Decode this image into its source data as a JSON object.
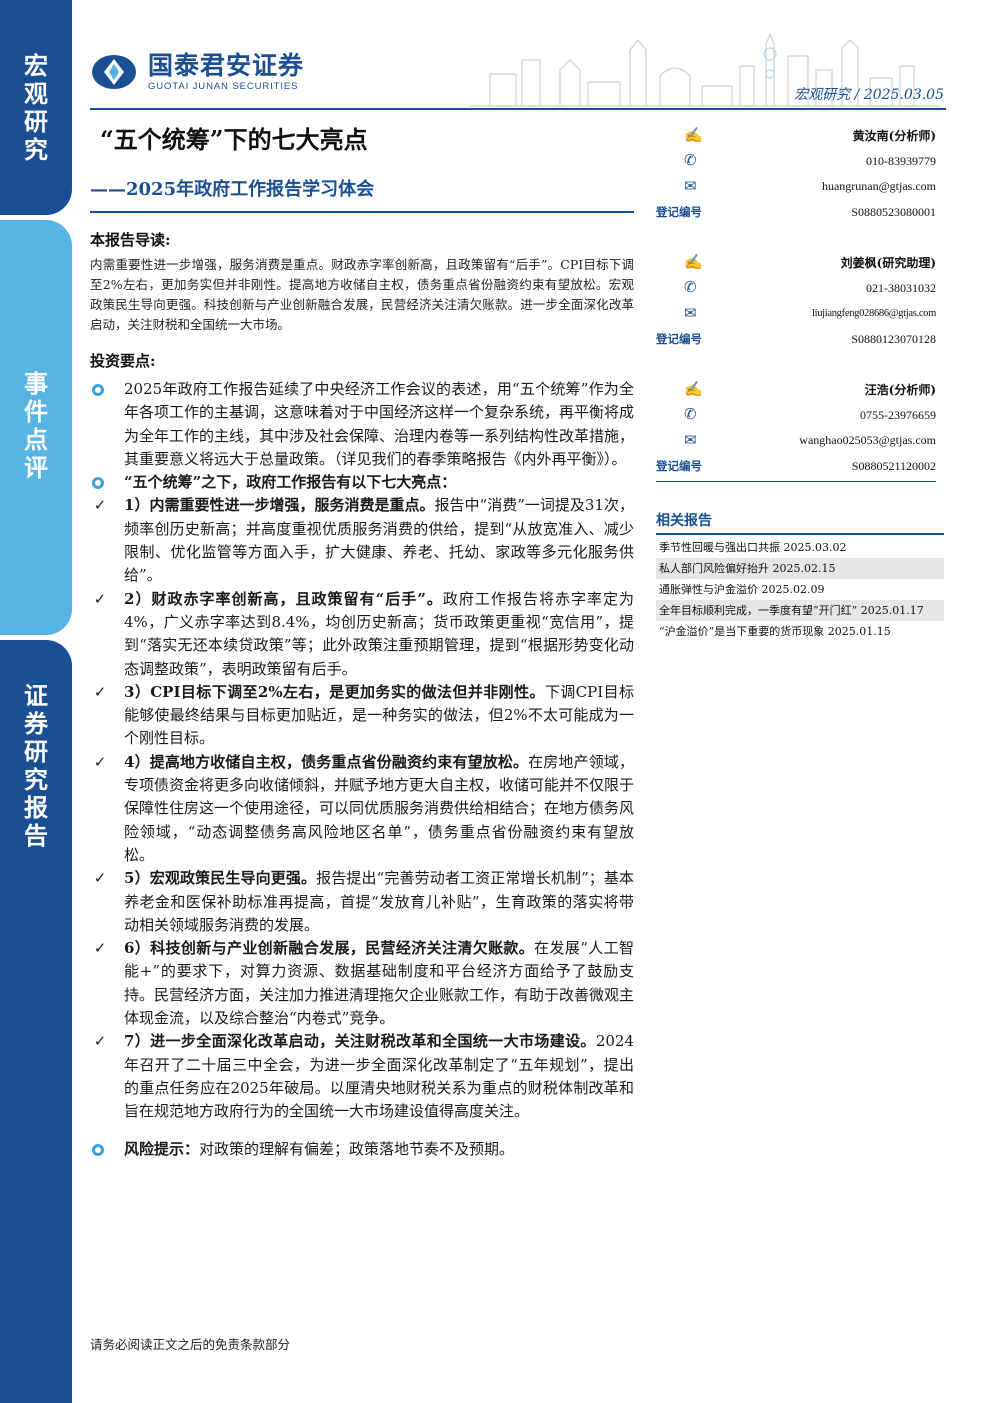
{
  "sidebar": {
    "macro": "宏观研究",
    "event": "事件点评",
    "report": "证券研究报告"
  },
  "header": {
    "logo_cn": "国泰君安证券",
    "logo_en": "GUOTAI JUNAN SECURITIES",
    "category": "宏观研究 / 2025.03.05"
  },
  "title": "“五个统筹”下的七大亮点",
  "subtitle": "——2025年政府工作报告学习体会",
  "guide": {
    "heading": "本报告导读:",
    "text": "内需重要性进一步增强，服务消费是重点。财政赤字率创新高，且政策留有“后手”。CPI目标下调至2%左右，更加务实但并非刚性。提高地方收储自主权，债务重点省份融资约束有望放松。宏观政策民生导向更强。科技创新与产业创新融合发展，民营经济关注清欠账款。进一步全面深化改革启动，关注财税和全国统一大市场。"
  },
  "points": {
    "heading": "投资要点:",
    "intro": "2025年政府工作报告延续了中央经济工作会议的表述，用“五个统筹”作为全年各项工作的主基调，这意味着对于中国经济这样一个复杂系统，再平衡将成为全年工作的主线，其中涉及社会保障、治理内卷等一系列结构性改革措施，其重要意义将远大于总量政策。（详见我们的春季策略报告《内外再平衡》）。",
    "lead": "“五个统筹”之下，政府工作报告有以下七大亮点：",
    "items": [
      {
        "bold": "1）内需重要性进一步增强，服务消费是重点。",
        "text": "报告中“消费”一词提及31次，频率创历史新高；并高度重视优质服务消费的供给，提到“从放宽准入、减少限制、优化监管等方面入手，扩大健康、养老、托幼、家政等多元化服务供给”。"
      },
      {
        "bold": "2）财政赤字率创新高，且政策留有“后手”。",
        "text": "政府工作报告将赤字率定为4%，广义赤字率达到8.4%，均创历史新高；货币政策更重视“宽信用”，提到“落实无还本续贷政策”等；此外政策注重预期管理，提到“根据形势变化动态调整政策”，表明政策留有后手。"
      },
      {
        "bold": "3）CPI目标下调至2%左右，是更加务实的做法但并非刚性。",
        "text": "下调CPI目标能够使最终结果与目标更加贴近，是一种务实的做法，但2%不太可能成为一个刚性目标。"
      },
      {
        "bold": "4）提高地方收储自主权，债务重点省份融资约束有望放松。",
        "text": "在房地产领域，专项债资金将更多向收储倾斜，并赋予地方更大自主权，收储可能并不仅限于保障性住房这一个使用途径，可以同优质服务消费供给相结合；在地方债务风险领域，“动态调整债务高风险地区名单”，债务重点省份融资约束有望放松。"
      },
      {
        "bold": "5）宏观政策民生导向更强。",
        "text": "报告提出“完善劳动者工资正常增长机制”；基本养老金和医保补助标准再提高，首提“发放育儿补贴”，生育政策的落实将带动相关领域服务消费的发展。"
      },
      {
        "bold": "6）科技创新与产业创新融合发展，民营经济关注清欠账款。",
        "text": "在发展“人工智能+”的要求下，对算力资源、数据基础制度和平台经济方面给予了鼓励支持。民营经济方面，关注加力推进清理拖欠企业账款工作，有助于改善微观主体现金流，以及综合整治“内卷式”竞争。"
      },
      {
        "bold": "7）进一步全面深化改革启动，关注财税改革和全国统一大市场建设。",
        "text": "2024年召开了二十届三中全会，为进一步全面深化改革制定了“五年规划”，提出的重点任务应在2025年破局。以厘清央地财税关系为重点的财税体制改革和旨在规范地方政府行为的全国统一大市场建设值得高度关注。"
      }
    ],
    "risk_label": "风险提示：",
    "risk_text": "对政策的理解有偏差；政策落地节奏不及预期。"
  },
  "analysts": [
    {
      "name": "黄汝南(分析师)",
      "phone": "010-83939779",
      "email": "huangrunan@gtjas.com",
      "reg_label": "登记编号",
      "reg": "S0880523080001"
    },
    {
      "name": "刘姜枫(研究助理)",
      "phone": "021-38031032",
      "email": "liujiangfeng028686@gtjas.com",
      "reg_label": "登记编号",
      "reg": "S0880123070128"
    },
    {
      "name": "汪浩(分析师)",
      "phone": "0755-23976659",
      "email": "wanghao025053@gtjas.com",
      "reg_label": "登记编号",
      "reg": "S0880521120002"
    }
  ],
  "related": {
    "heading": "相关报告",
    "items": [
      "季节性回暖与强出口共振 2025.03.02",
      "私人部门风险偏好抬升 2025.02.15",
      "通胀弹性与沪金溢价 2025.02.09",
      "全年目标顺利完成，一季度有望“开门红” 2025.01.17",
      "“沪金溢价”是当下重要的货币现象 2025.01.15"
    ]
  },
  "footer": "请务必阅读正文之后的免责条款部分",
  "icons": {
    "pen": "pen-icon",
    "phone": "phone-icon",
    "mail": "mail-icon"
  },
  "colors": {
    "primary": "#1b4f93",
    "accent": "#58b4e4"
  }
}
